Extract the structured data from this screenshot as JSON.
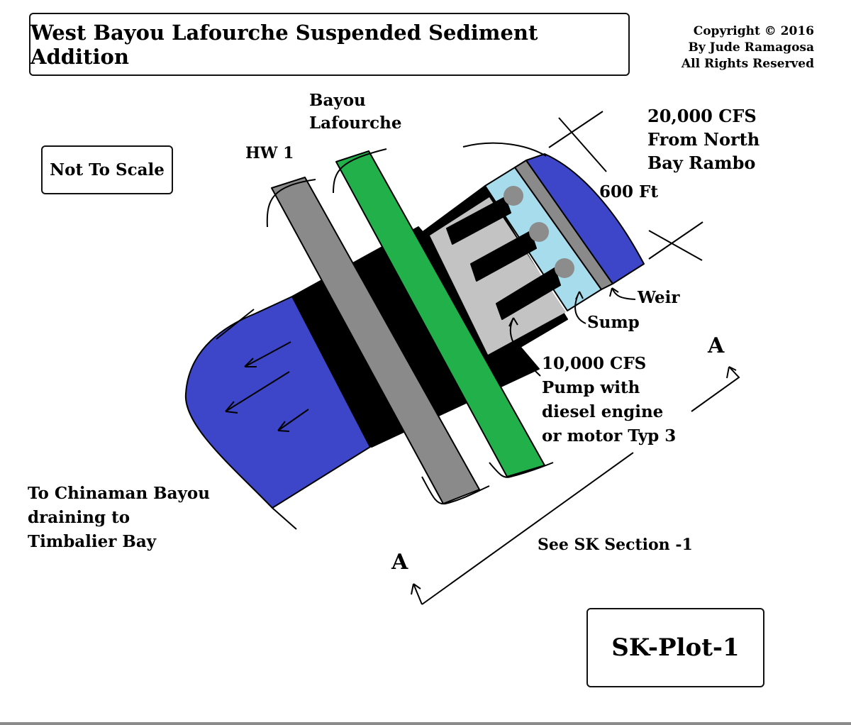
{
  "title": "West Bayou Lafourche Suspended Sediment Addition",
  "copyright": {
    "line1": "Copyright © 2016",
    "line2": "By Jude Ramagosa",
    "line3": "All Rights Reserved"
  },
  "scale_note": "Not To Scale",
  "sheet_id": "SK-Plot-1",
  "labels": {
    "bayou_line1": "Bayou",
    "bayou_line2": "Lafourche",
    "highway": "HW 1",
    "inflow_line1": "20,000 CFS",
    "inflow_line2": "From North",
    "inflow_line3": "Bay Rambo",
    "dimension": "600 Ft",
    "weir": "Weir",
    "sump": "Sump",
    "pump_line1": "10,000 CFS",
    "pump_line2": "Pump with",
    "pump_line3": "diesel engine",
    "pump_line4": "or motor Typ 3",
    "outflow_line1": "To Chinaman Bayou",
    "outflow_line2": "draining to",
    "outflow_line3": "Timbalier Bay",
    "section_ref": "See SK Section -1",
    "section_mark_top": "A",
    "section_mark_bottom": "A"
  },
  "colors": {
    "water_blue": "#3d45c8",
    "sump_blue": "#a6dcec",
    "bayou_green": "#22b04b",
    "road_gray": "#8a8a8a",
    "pump_house": "#c3c3c3",
    "pump_head": "#8c8c8c",
    "culvert": "#000000"
  }
}
